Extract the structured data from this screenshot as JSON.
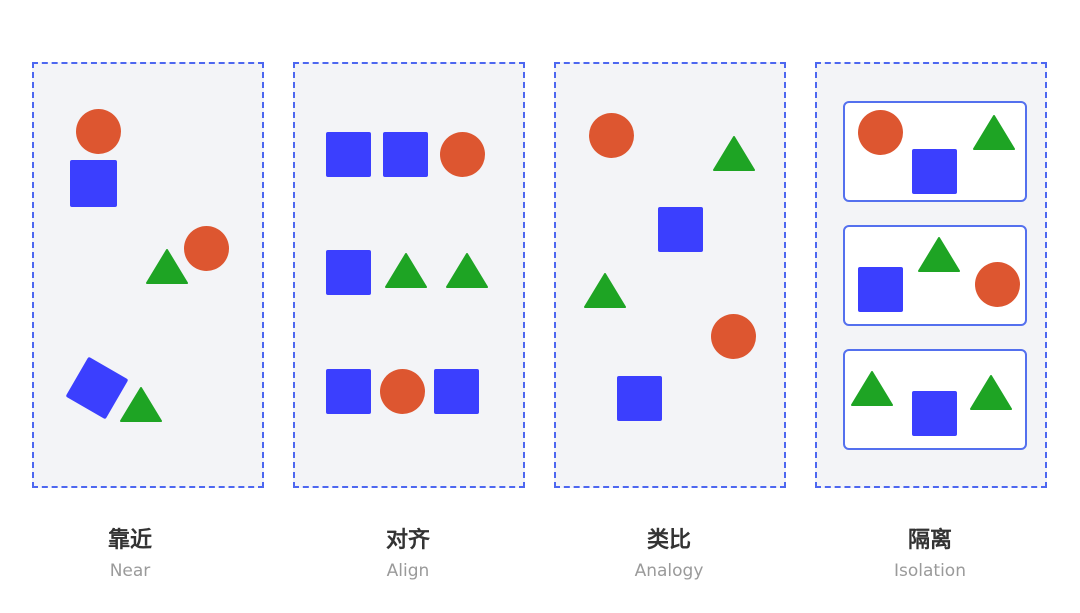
{
  "colors": {
    "circle": "#dd5630",
    "square": "#3b3ffe",
    "triangle": "#1ea424",
    "border": "#4d67f0",
    "panel_bg": "#f3f4f7"
  },
  "shapes": [
    "circle",
    "square",
    "triangle"
  ],
  "principles": [
    {
      "title": "靠近",
      "subtitle": "Near"
    },
    {
      "title": "对齐",
      "subtitle": "Align"
    },
    {
      "title": "类比",
      "subtitle": "Analogy"
    },
    {
      "title": "隔离",
      "subtitle": "Isolation"
    }
  ]
}
